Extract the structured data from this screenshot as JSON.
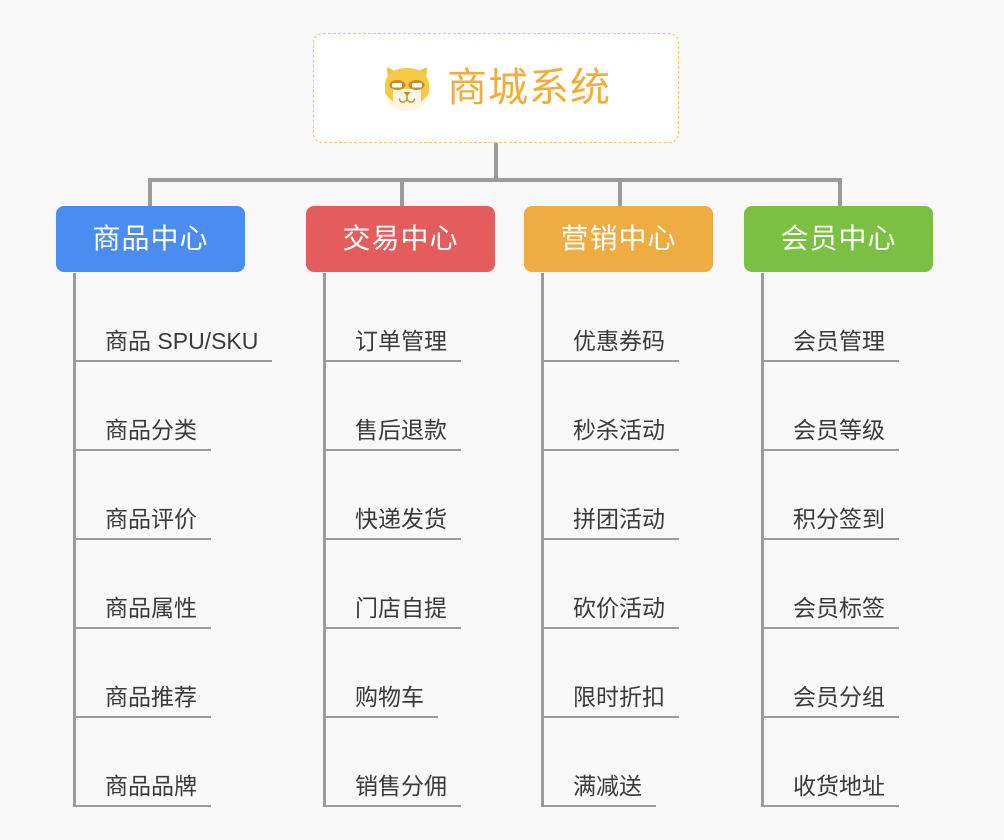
{
  "diagram": {
    "title": "商城系统",
    "background_color": "#f8f8f8",
    "root": {
      "label": "商城系统",
      "icon": "shiba-inu-dog-icon",
      "text_color": "#f0ad3e",
      "border_color": "#f0c070",
      "fill_color": "#ffffff",
      "border_style": "dashed"
    },
    "connector_color": "#9b9b9b",
    "leaf_text_color": "#3a3a3a",
    "columns": [
      {
        "header": "商品中心",
        "color": "#4a8cf0",
        "items": [
          "商品 SPU/SKU",
          "商品分类",
          "商品评价",
          "商品属性",
          "商品推荐",
          "商品品牌"
        ]
      },
      {
        "header": "交易中心",
        "color": "#e45c5c",
        "items": [
          "订单管理",
          "售后退款",
          "快递发货",
          "门店自提",
          "购物车",
          "销售分佣"
        ]
      },
      {
        "header": "营销中心",
        "color": "#eeac42",
        "items": [
          "优惠券码",
          "秒杀活动",
          "拼团活动",
          "砍价活动",
          "限时折扣",
          "满减送"
        ]
      },
      {
        "header": "会员中心",
        "color": "#7ac143",
        "items": [
          "会员管理",
          "会员等级",
          "积分签到",
          "会员标签",
          "会员分组",
          "收货地址"
        ]
      }
    ]
  }
}
